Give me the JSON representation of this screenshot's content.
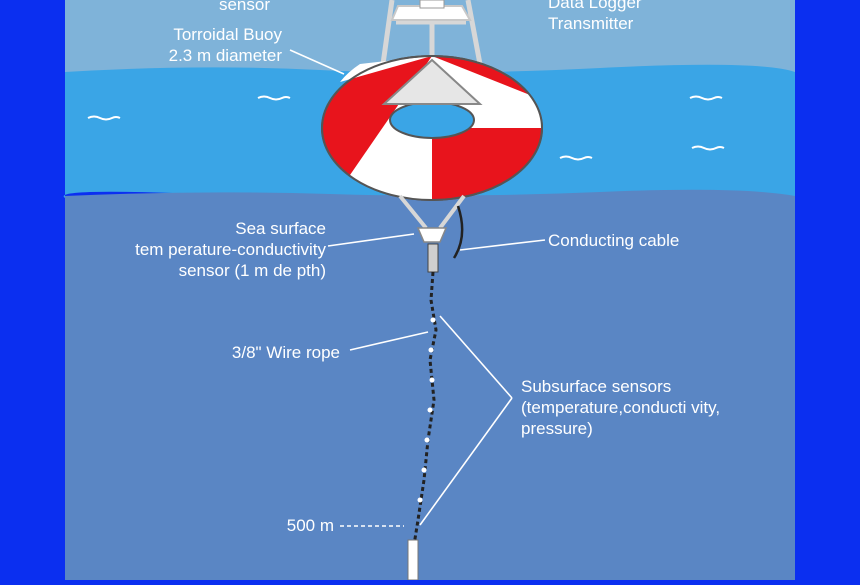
{
  "labels": {
    "sensor_top": "sensor",
    "data_logger": [
      "Data Logger",
      "Transmitter"
    ],
    "buoy": [
      "Torroidal Buoy",
      "2.3 m diameter"
    ],
    "sst_sensor": [
      "Sea surface",
      "tem perature-conductivity",
      "sensor (1 m de pth)"
    ],
    "cable": "Conducting cable",
    "wire_rope": "3/8\" Wire rope",
    "subsurface": [
      "Subsurface sensors",
      "(temperature,conducti vity,",
      "pressure)"
    ],
    "depth": "500 m"
  },
  "colors": {
    "border": "#0b2ff0",
    "sky": "#7fb3d9",
    "surface_water": "#3aa5e6",
    "deep_water": "#5a86c4",
    "buoy_red": "#e8141c",
    "buoy_white": "#ffffff",
    "frame": "#d7d7d7"
  }
}
